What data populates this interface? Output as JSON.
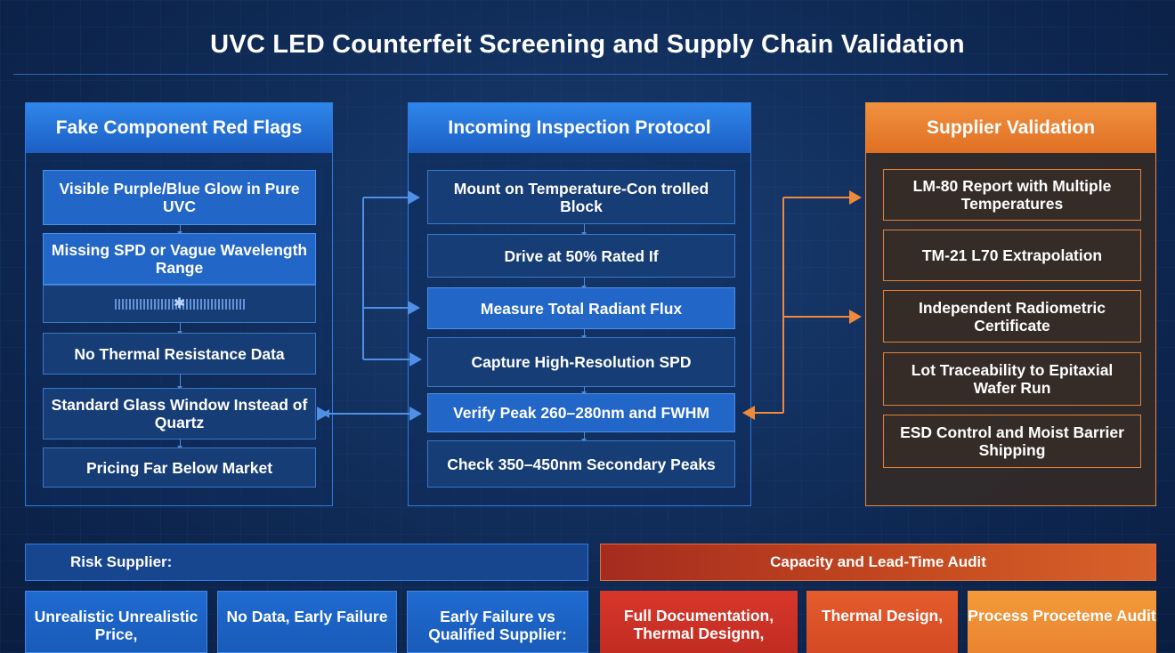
{
  "title": "UVC LED Counterfeit Screening and Supply Chain Validation",
  "colors": {
    "blue_accent": "#2f86ea",
    "orange_accent": "#f0913f",
    "background": "#0f2a55"
  },
  "red_flags": {
    "heading": "Fake Component Red Flags",
    "items": [
      "Visible Purple/Blue Glow in Pure UVC",
      "Missing SPD or Vague Wavelength Range",
      "No Thermal Resistance Data",
      "Standard Glass Window Instead of Quartz",
      "Pricing Far Below Market"
    ],
    "noise_glyph": "✱"
  },
  "inspection": {
    "heading": "Incoming Inspection Protocol",
    "steps": [
      "Mount on Temperature-Con trolled Block",
      "Drive at 50% Rated If",
      "Measure Total Radiant Flux",
      "Capture High-Resolution SPD",
      "Verify Peak 260–280nm and FWHM",
      "Check 350–450nm Secondary Peaks"
    ]
  },
  "supplier": {
    "heading": "Supplier Validation",
    "items": [
      "LM-80 Report with Multiple Temperatures",
      "TM-21 L70 Extrapolation",
      "Independent Radiometric Certificate",
      "Lot Traceability to Epitaxial Wafer Run",
      "ESD Control and Moist Barrier Shipping"
    ]
  },
  "bottom": {
    "risk_band": "Risk Supplier:",
    "audit_band": "Capacity and Lead-Time Audit",
    "risk_tiles": [
      "Unrealistic Unrealistic Price,",
      "No Data, Early Failure",
      "Early Failure vs Qualified Supplier:"
    ],
    "audit_tiles": [
      "Full Documentation, Thermal Designn,",
      "Thermal Design,",
      "Process Proceteme Audit"
    ]
  }
}
